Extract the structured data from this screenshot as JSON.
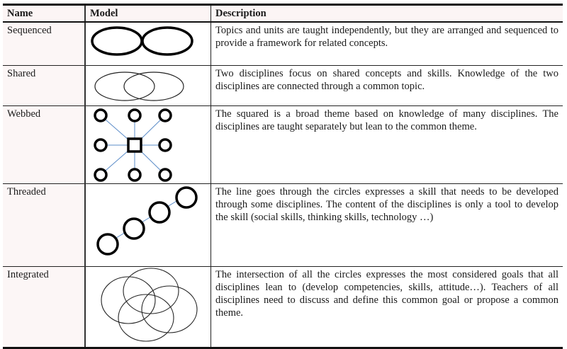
{
  "table": {
    "headers": {
      "name": "Name",
      "model": "Model",
      "description": "Description"
    },
    "rows": [
      {
        "name": "Sequenced",
        "model_icon": "two-adjacent-ellipses",
        "description": "Topics and units are taught independently, but they are arranged and sequenced to provide a framework for related concepts."
      },
      {
        "name": "Shared",
        "model_icon": "two-overlapping-ellipses",
        "description": "Two disciplines focus on shared concepts and skills. Knowledge of the two disciplines are connected through a common topic."
      },
      {
        "name": "Webbed",
        "model_icon": "square-hub-with-eight-circles",
        "description": "The squared is a broad theme based on knowledge of many disciplines. The disciplines are taught separately but lean to the common theme."
      },
      {
        "name": "Threaded",
        "model_icon": "four-circles-on-a-thread",
        "description": "The line goes through the circles expresses a skill that needs to be developed through some disciplines. The content of the disciplines is only a tool to develop the skill (social skills, thinking skills, technology …)"
      },
      {
        "name": "Integrated",
        "model_icon": "four-overlapping-ellipses",
        "description": "The intersection of all the circles expresses the most considered goals that all disciplines lean to (develop competencies, skills, attitude…). Teachers of all disciplines need to discuss and define this common goal or propose a common theme."
      }
    ]
  },
  "colors": {
    "line_accent": "#5b8cc8",
    "header_bg": "#fcf5f5"
  }
}
